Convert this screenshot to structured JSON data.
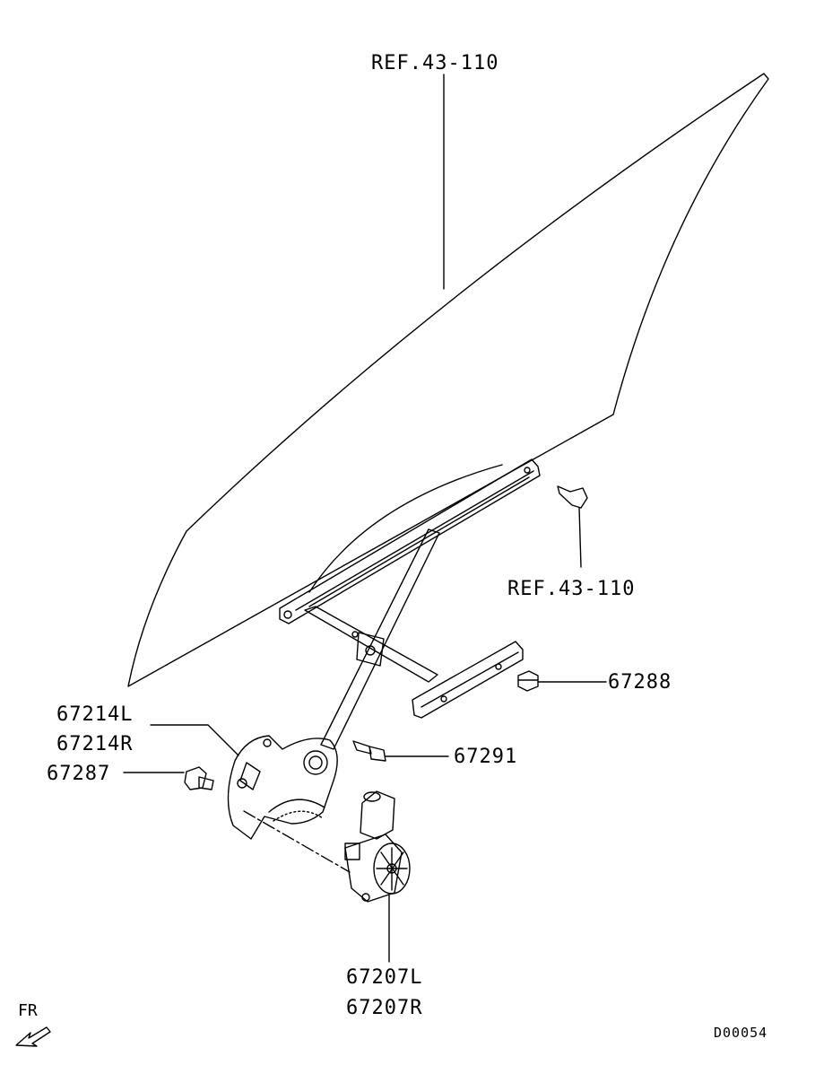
{
  "labels": {
    "ref_glass": "REF.43-110",
    "ref_holder": "REF.43-110",
    "part_67288": "67288",
    "part_67214L": "67214L",
    "part_67214R": "67214R",
    "part_67291": "67291",
    "part_67287": "67287",
    "part_67207L": "67207L",
    "part_67207R": "67207R"
  },
  "orientation": {
    "label": "FR"
  },
  "drawing_code": "D00054"
}
